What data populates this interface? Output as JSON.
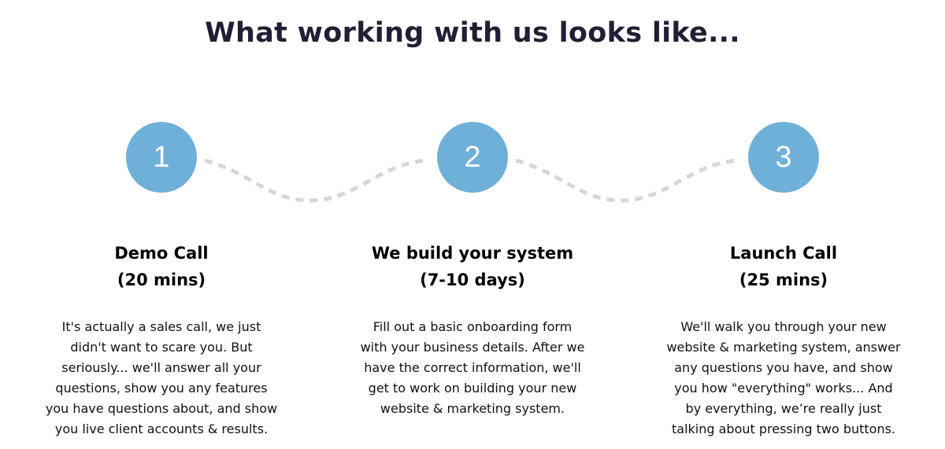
{
  "title": "What working with us looks like...",
  "colors": {
    "circle": "#6fb0d9",
    "connector": "#d6d6d6",
    "title": "#1f2036"
  },
  "steps": [
    {
      "number": "1",
      "heading": "Demo Call",
      "duration": "(20 mins)",
      "lines": [
        "It's actually a sales call, we just",
        "didn't want to scare you. But",
        "seriously... we'll answer all your",
        "questions, show you any features",
        "you have questions about, and show",
        "you live client accounts & results."
      ]
    },
    {
      "number": "2",
      "heading": "We build your system",
      "duration": "(7-10 days)",
      "lines": [
        "Fill out a basic onboarding form",
        "with your business details. After we",
        "have the correct information, we'll",
        "get to work on building your new",
        "website & marketing system."
      ]
    },
    {
      "number": "3",
      "heading": "Launch Call",
      "duration": "(25 mins)",
      "lines": [
        "We'll walk you through your new",
        "website & marketing system, answer",
        "any questions you have, and show",
        "you how \"everything\" works... And",
        "by everything, we’re really just",
        "talking about pressing two buttons."
      ]
    }
  ]
}
